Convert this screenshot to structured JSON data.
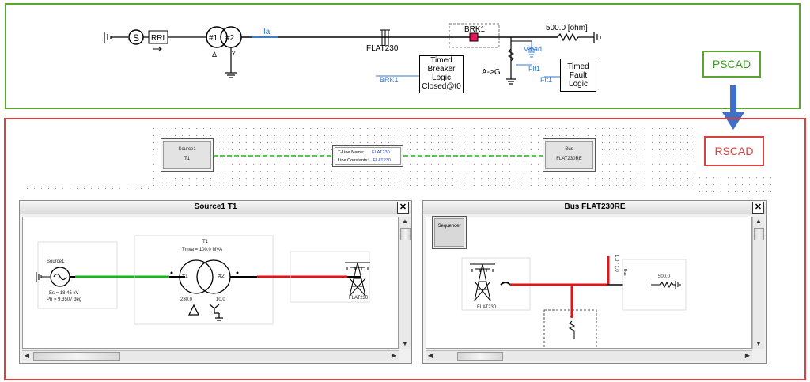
{
  "pscad": {
    "label": "PSCAD",
    "source_label": "RRL",
    "tx_w1": "#1",
    "tx_w2": "#2",
    "tx_w1_conn": "Δ",
    "tx_w2_conn": "Y",
    "current_meter": "Ia",
    "line_label": "FLAT230",
    "breaker_label": "BRK1",
    "load_value": "500.0 [ohm]",
    "breaker_logic": [
      "Timed",
      "Breaker",
      "Logic",
      "Closed@t0"
    ],
    "breaker_logic_signal": "BRK1",
    "fault_type": "A->G",
    "vload_label": "Vload",
    "fault_signal_1": "Flt1",
    "fault_signal_2": "Flt1",
    "fault_logic": [
      "Timed",
      "Fault",
      "Logic"
    ]
  },
  "rscad": {
    "label": "RSCAD",
    "node_source": [
      "Source1",
      "T1"
    ],
    "tline_box": {
      "name_key": "T-Line Name:",
      "name_val": "FLAT230",
      "const_key": "Line Constants:",
      "const_val": "FLAT230"
    },
    "node_bus": [
      "Bus",
      "FLAT230RE"
    ]
  },
  "window_left": {
    "title": "Source1 T1",
    "close": "✕",
    "source_name": "Source1",
    "es": "Es = 18.45 kV",
    "ph": "Ph = 9.3507 deg",
    "tx_name": "T1",
    "tx_rating": "Tmva = 100.0 MVA",
    "tx_w1": "#1",
    "tx_w2": "#2",
    "v1": "230.0",
    "v2": "10.0",
    "tower_label": "FLAT230"
  },
  "window_right": {
    "title": "Bus FLAT230RE",
    "close": "✕",
    "sequencer": "Sequencer",
    "tower_label": "FLAT230",
    "load_value": "500.0",
    "breaker_vals": [
      "1.0",
      "/",
      "1.0"
    ],
    "bus_tag": "Bus"
  },
  "colors": {
    "pscad_border": "#5aa532",
    "rscad_border": "#d94040",
    "arrow": "#3f6fc7",
    "line_green": "#19b519",
    "line_red": "#e01616",
    "signal_blue": "#2f7ad6",
    "breaker_red": "#e0195a"
  }
}
